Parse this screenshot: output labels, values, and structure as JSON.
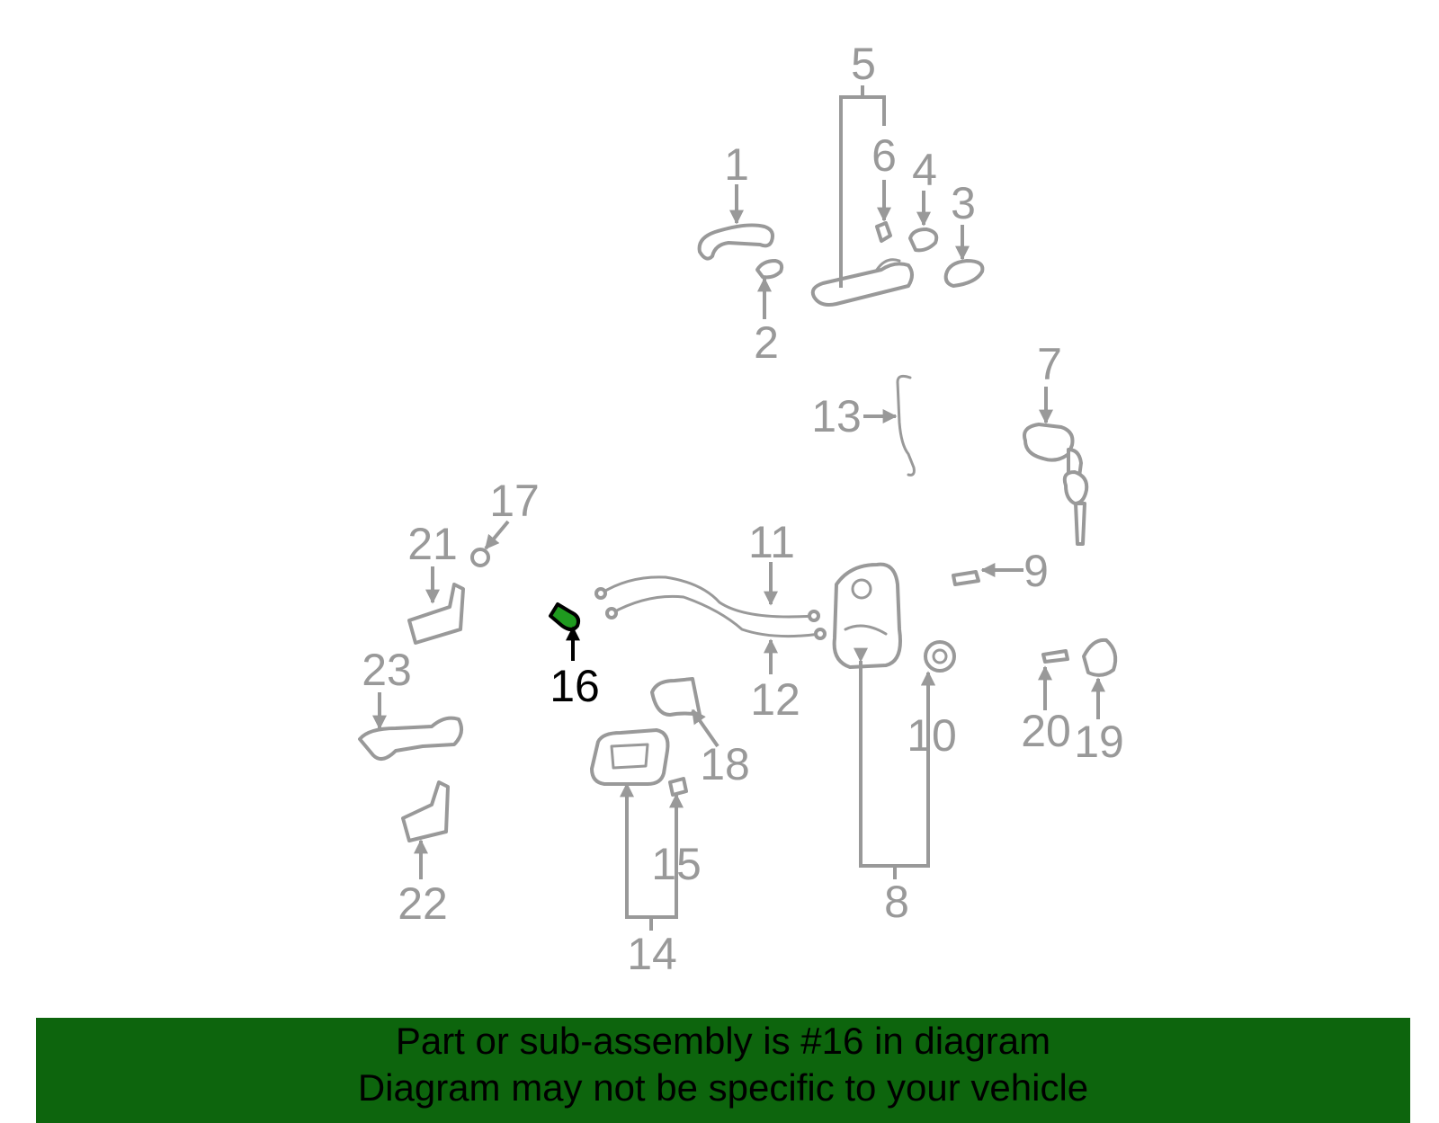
{
  "diagram": {
    "highlight_color": "#1f9a1f",
    "callout_color": "#999999",
    "highlighted_part": "16",
    "callouts": [
      "1",
      "2",
      "3",
      "4",
      "5",
      "6",
      "7",
      "8",
      "9",
      "10",
      "11",
      "12",
      "13",
      "14",
      "15",
      "16",
      "17",
      "18",
      "19",
      "20",
      "21",
      "22",
      "23"
    ]
  },
  "banner": {
    "background": "#0d650d",
    "line1": "Part or sub-assembly is #16 in diagram",
    "line2": "Diagram may not be specific to your vehicle"
  }
}
